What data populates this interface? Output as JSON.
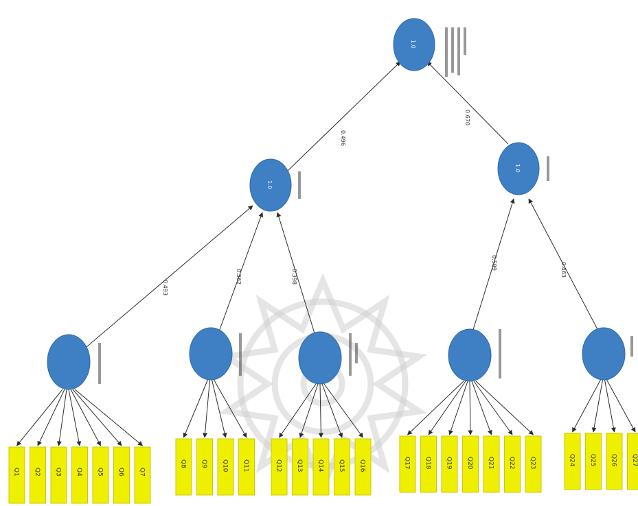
{
  "colors": {
    "construct": "#3f7fc4",
    "indicator": "#eef000",
    "edge": "#2b2b2b"
  },
  "watermark": "floral-rosette-watermark",
  "constructs": {
    "root": {
      "value": "1.0",
      "label": ""
    },
    "mid1": {
      "value": "1.0",
      "label": ""
    },
    "mid2": {
      "value": "1.0",
      "label": ""
    },
    "leaf1": {
      "label": ""
    },
    "leaf2": {
      "label": ""
    },
    "leaf3": {
      "label": ""
    },
    "leaf4": {
      "label": ""
    },
    "leaf5": {
      "label": ""
    }
  },
  "paths": {
    "mid1_root": "0.496",
    "mid2_root": "0.670",
    "leaf1_mid1": "0.493",
    "leaf2_mid1": "0.362",
    "leaf3_mid1": "0.398",
    "leaf4_mid2": "0.599",
    "leaf5_mid2": "0.463"
  },
  "indicators": [
    "Q1",
    "Q2",
    "Q3",
    "Q4",
    "Q5",
    "Q6",
    "Q7",
    "Q8",
    "Q9",
    "Q10",
    "Q11",
    "Q12",
    "Q13",
    "Q14",
    "Q15",
    "Q16",
    "Q17",
    "Q18",
    "Q19",
    "Q20",
    "Q21",
    "Q22",
    "Q23",
    "Q24",
    "Q25",
    "Q26",
    "Q27"
  ]
}
